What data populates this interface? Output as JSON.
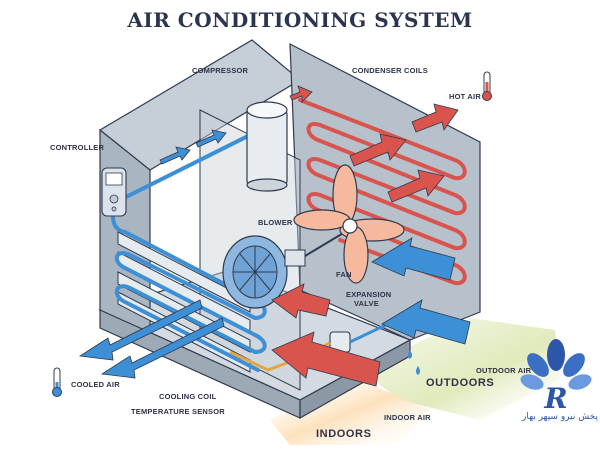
{
  "title": "AIR CONDITIONING SYSTEM",
  "labels": {
    "compressor": "COMPRESSOR",
    "condenser_coils": "CONDENSER COILS",
    "hot_air": "HOT AIR",
    "controller": "CONTROLLER",
    "blower": "BLOWER",
    "fan": "FAN",
    "expansion_valve_line1": "EXPANSION",
    "expansion_valve_line2": "VALVE",
    "outdoor_air": "OUTDOOR AIR",
    "outdoors": "OUTDOORS",
    "cooled_air": "COOLED AIR",
    "cooling_coil": "COOLING COIL",
    "temperature_sensor": "TEMPERATURE SENSOR",
    "indoor_air": "INDOOR AIR",
    "indoors": "INDOORS"
  },
  "brand": {
    "text": "پخش نیرو سپهر بهار"
  },
  "colors": {
    "cool_blue": "#3d8fd6",
    "warm_red": "#d9544d",
    "outdoor_green": "#dfe9b8",
    "indoor_orange": "#fde0b9",
    "housing": "#c3ccd6",
    "outline": "#2f3a4e"
  }
}
